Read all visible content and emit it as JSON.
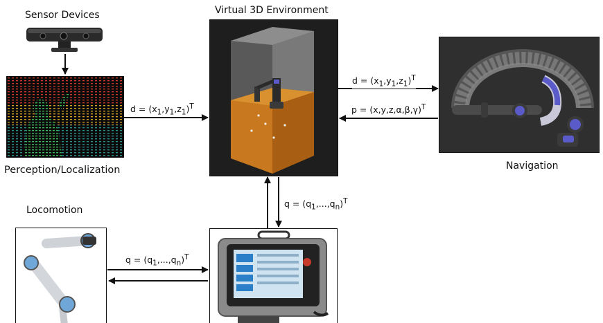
{
  "nodes": {
    "sensor": {
      "title": "Sensor Devices"
    },
    "perception": {
      "title": "Perception/Localization"
    },
    "virtual_env": {
      "title": "Virtual 3D Environment"
    },
    "navigation": {
      "title": "Navigation"
    },
    "locomotion": {
      "title": "Locomotion"
    },
    "controller": {
      "title": ""
    }
  },
  "edges": {
    "perception_to_env": {
      "base": "d = (x",
      "sub1": "1",
      "mid1": ",y",
      "sub2": "1",
      "mid2": ",z",
      "sub3": "1",
      "end": ")",
      "sup": "T"
    },
    "env_to_nav": {
      "base": "d = (x",
      "sub1": "1",
      "mid1": ",y",
      "sub2": "1",
      "mid2": ",z",
      "sub3": "1",
      "end": ")",
      "sup": "T"
    },
    "nav_to_env": {
      "base": "p = (x,y,z,α,β,γ)",
      "sup": "T"
    },
    "env_controller": {
      "base": "q = (q",
      "sub1": "1",
      "mid1": ",...,q",
      "sub2": "n",
      "end": ")",
      "sup": "T"
    },
    "controller_locomotion": {
      "base": "q = (q",
      "sub1": "1",
      "mid1": ",...,q",
      "sub2": "n",
      "end": ")",
      "sup": "T"
    }
  },
  "colors": {
    "env_background": "#1e1e1e",
    "env_box_top": "#9a9a9a",
    "env_box_bottom": "#c8781e",
    "nav_background": "#2f2f2f",
    "robot_accent": "#5a5ac8"
  }
}
